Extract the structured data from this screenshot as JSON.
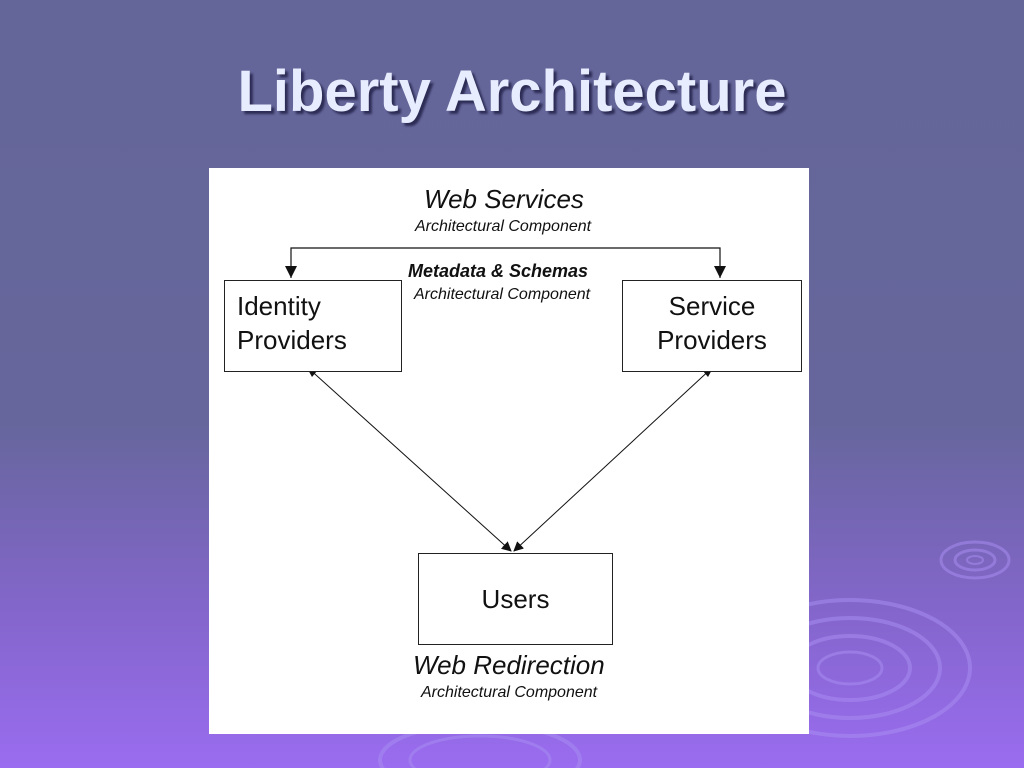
{
  "slide": {
    "title": "Liberty Architecture"
  },
  "diagram": {
    "web_services": {
      "title": "Web Services",
      "subtitle": "Architectural Component"
    },
    "metadata": {
      "title": "Metadata & Schemas",
      "subtitle": "Architectural Component"
    },
    "web_redirection": {
      "title": "Web Redirection",
      "subtitle": "Architectural Component"
    },
    "identity_providers": {
      "line1": "Identity",
      "line2": "Providers"
    },
    "service_providers": {
      "line1": "Service",
      "line2": "Providers"
    },
    "users": {
      "label": "Users"
    }
  },
  "colors": {
    "background_top": "#646598",
    "background_bottom": "#9a6cf0",
    "title_text": "#e8ecff",
    "diagram_bg": "#ffffff"
  }
}
